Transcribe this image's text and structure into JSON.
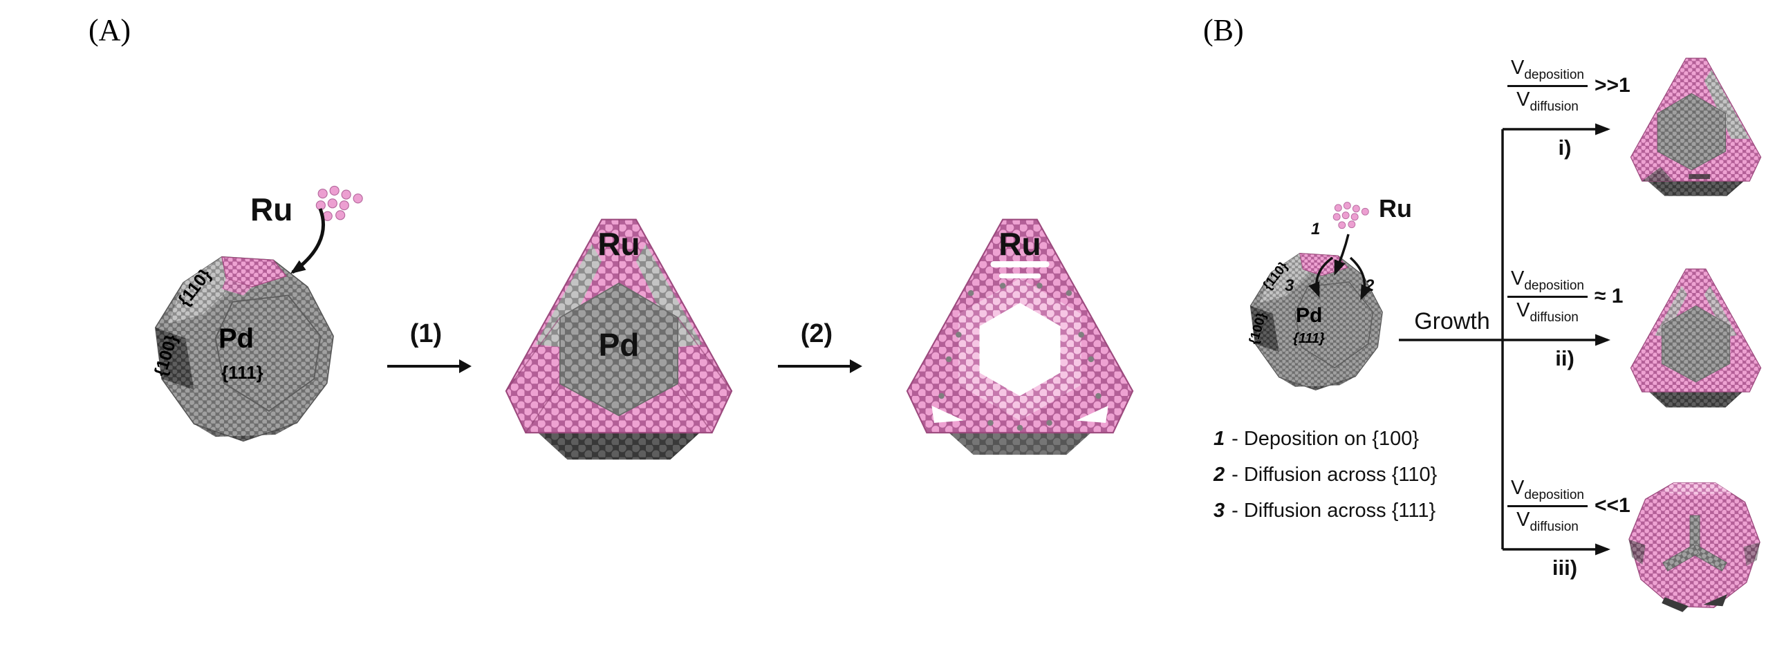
{
  "colors": {
    "ru_pink": "#b35f97",
    "ru_pink_light": "#eea2d2",
    "pd_gray": "#6e6e6e",
    "pd_gray_light": "#8d8d8d",
    "pd_gray_dark": "#383838",
    "text": "#111111"
  },
  "panel_a": {
    "label": "(A)",
    "ru_label": "Ru",
    "seed": {
      "facet_110": "{110}",
      "pd": "Pd",
      "facet_111": "{111}",
      "facet_100": "{100}"
    },
    "step1": "(1)",
    "step2": "(2)",
    "particle2": {
      "ru": "Ru",
      "pd": "Pd"
    },
    "particle3": {
      "ru": "Ru"
    }
  },
  "panel_b": {
    "label": "(B)",
    "ru_label": "Ru",
    "seed": {
      "facet_110": "{110}",
      "pd": "Pd",
      "facet_111": "{111}",
      "facet_100": "{100}"
    },
    "path_numbers": {
      "n1": "1",
      "n2": "2",
      "n3": "3"
    },
    "legend": [
      {
        "num": "1",
        "text": "- Deposition on {100}"
      },
      {
        "num": "2",
        "text": "- Diffusion across {110}"
      },
      {
        "num": "3",
        "text": "- Diffusion across {111}"
      }
    ],
    "growth_label": "Growth",
    "branches": [
      {
        "v": "V",
        "num_sub": "deposition",
        "den_sub": "diffusion",
        "comparator": ">>1",
        "tag": "i)"
      },
      {
        "v": "V",
        "num_sub": "deposition",
        "den_sub": "diffusion",
        "comparator": "≈ 1",
        "tag": "ii)"
      },
      {
        "v": "V",
        "num_sub": "deposition",
        "den_sub": "diffusion",
        "comparator": "<<1",
        "tag": "iii)"
      }
    ]
  }
}
